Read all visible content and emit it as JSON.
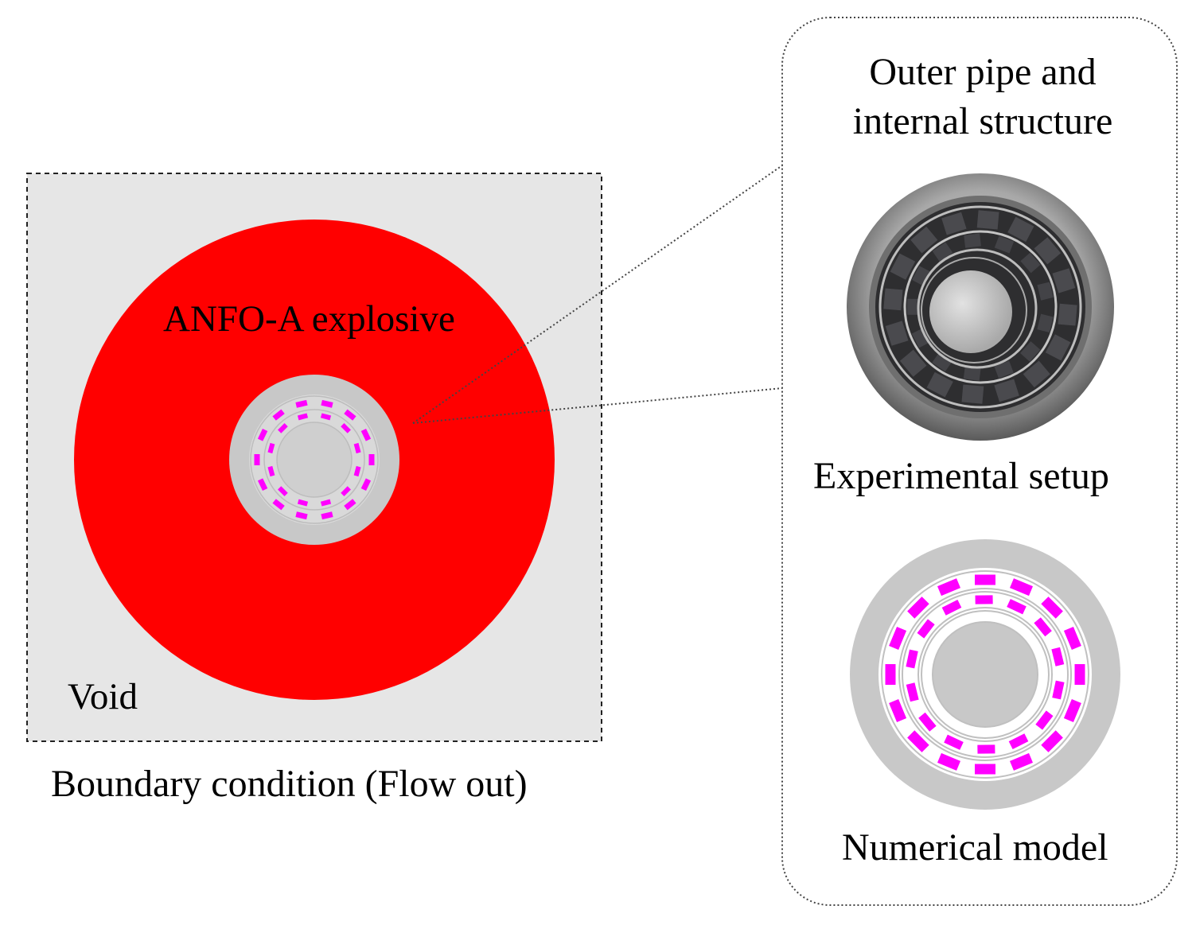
{
  "labels": {
    "explosive": "ANFO-A explosive",
    "void": "Void",
    "boundary": "Boundary condition (Flow out)",
    "outer_line1": "Outer pipe and",
    "outer_line2": "internal structure",
    "experimental": "Experimental setup",
    "numerical": "Numerical model"
  },
  "colors": {
    "explosive": "#ff0000",
    "void": "#e6e6e6",
    "pipe": "#c8c8c8",
    "blocks": "#ff00ff",
    "dashed_line": "#333333",
    "photo_ring": "#9a9a9a",
    "photo_dark": "#2e2e30",
    "photo_core": "#c9c9c9"
  }
}
